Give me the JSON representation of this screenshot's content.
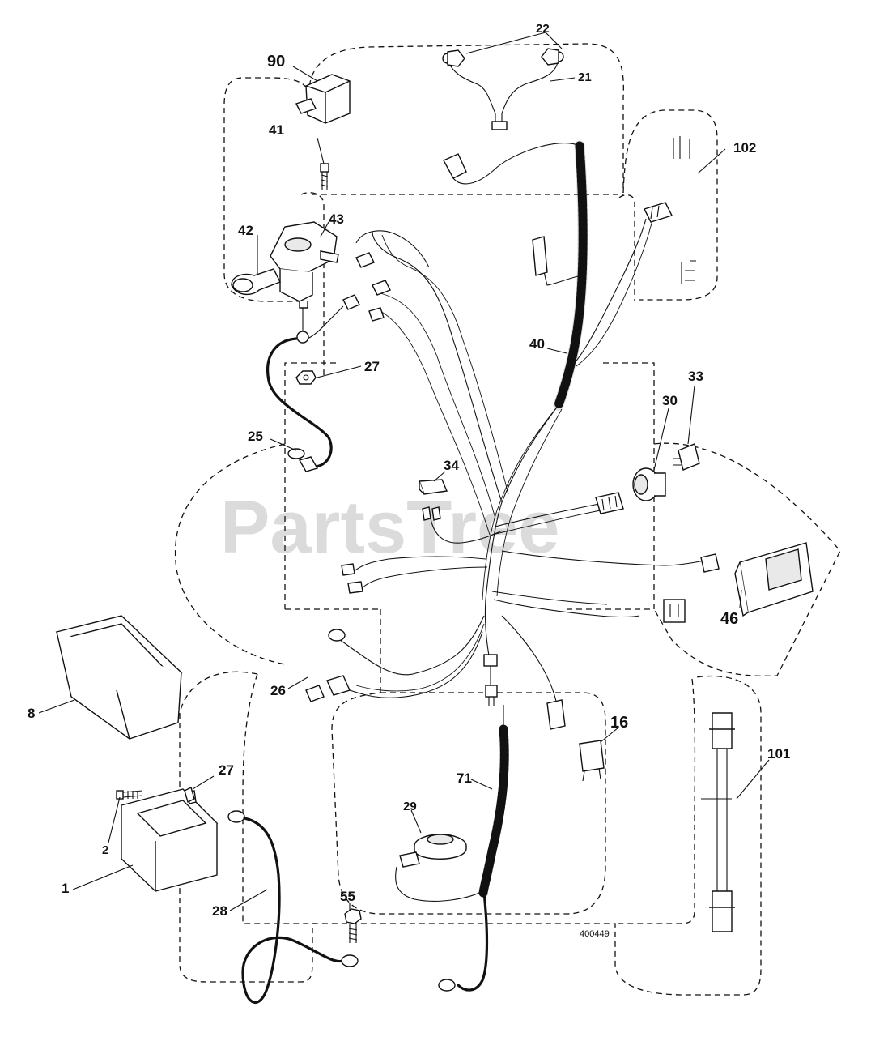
{
  "watermark": "PartsTree",
  "figure_number": "400449",
  "callouts": {
    "c90": "90",
    "c41": "41",
    "c43": "43",
    "c42": "42",
    "c27a": "27",
    "c25": "25",
    "c22": "22",
    "c21": "21",
    "c102": "102",
    "c40": "40",
    "c33": "33",
    "c30": "30",
    "c34": "34",
    "c46": "46",
    "c8": "8",
    "c26": "26",
    "c16": "16",
    "c101": "101",
    "c71": "71",
    "c29": "29",
    "c27b": "27",
    "c2": "2",
    "c1": "1",
    "c28": "28",
    "c55": "55"
  }
}
